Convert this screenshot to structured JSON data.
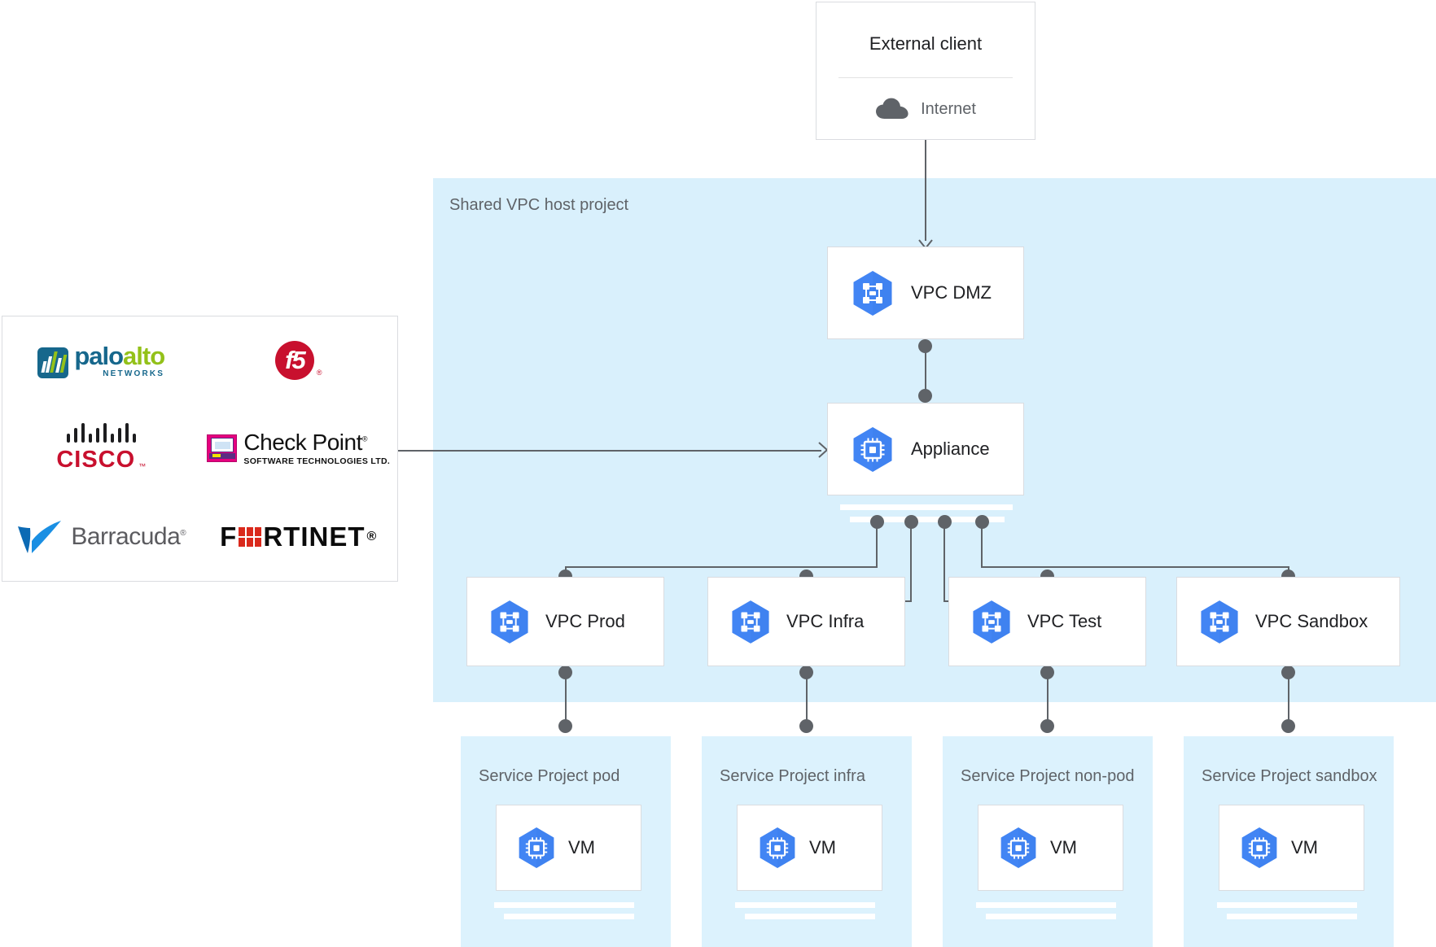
{
  "external_client": {
    "title": "External client",
    "internet_label": "Internet",
    "icon": "cloud-icon"
  },
  "shared_vpc": {
    "label": "Shared VPC host project",
    "background_color": "#d9f0fc"
  },
  "nodes": {
    "vpc_dmz": {
      "label": "VPC DMZ",
      "icon": "vpc-network-icon"
    },
    "appliance": {
      "label": "Appliance",
      "icon": "vm-chip-icon"
    },
    "vpcs": [
      {
        "label": "VPC Prod",
        "icon": "vpc-network-icon"
      },
      {
        "label": "VPC Infra",
        "icon": "vpc-network-icon"
      },
      {
        "label": "VPC Test",
        "icon": "vpc-network-icon"
      },
      {
        "label": "VPC Sandbox",
        "icon": "vpc-network-icon"
      }
    ]
  },
  "service_projects": [
    {
      "title": "Service Project pod",
      "vm_label": "VM",
      "vm_icon": "vm-chip-icon"
    },
    {
      "title": "Service Project infra",
      "vm_label": "VM",
      "vm_icon": "vm-chip-icon"
    },
    {
      "title": "Service Project non-pod",
      "vm_label": "VM",
      "vm_icon": "vm-chip-icon"
    },
    {
      "title": "Service Project sandbox",
      "vm_label": "VM",
      "vm_icon": "vm-chip-icon"
    }
  ],
  "vendors": [
    {
      "name": "Palo Alto Networks",
      "word_a": "palo",
      "word_b": "alto",
      "sub": "NETWORKS"
    },
    {
      "name": "f5",
      "word_a": "f5"
    },
    {
      "name": "Cisco",
      "word_a": "CISCO"
    },
    {
      "name": "Check Point",
      "word_a": "Check Point",
      "sub": "SOFTWARE TECHNOLOGIES LTD."
    },
    {
      "name": "Barracuda",
      "word_a": "Barracuda"
    },
    {
      "name": "Fortinet",
      "word_a": "F",
      "word_b": "RTINET"
    }
  ],
  "colors": {
    "panel_blue": "#d9f0fc",
    "service_blue": "#dcf2fd",
    "gcp_blue": "#4285f4",
    "connector_gray": "#5f6368",
    "text_dark": "#202124",
    "text_muted": "#5f6368"
  }
}
